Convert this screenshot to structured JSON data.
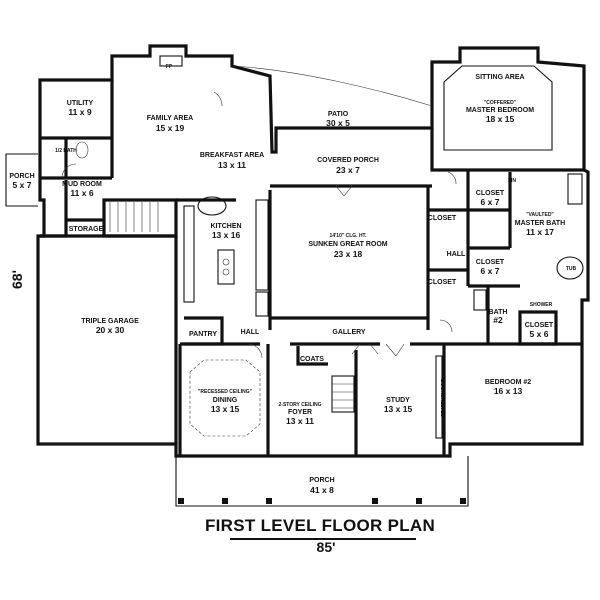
{
  "plan": {
    "title": "FIRST LEVEL FLOOR PLAN",
    "overall_width": "85'",
    "overall_depth": "68'",
    "fp_label": "FP",
    "rooms": [
      {
        "id": "utility",
        "name": "UTILITY",
        "dim": "11 x 9"
      },
      {
        "id": "half-bath",
        "name": "1/2 BATH",
        "dim": ""
      },
      {
        "id": "porch-side",
        "name": "PORCH",
        "dim": "5 x 7"
      },
      {
        "id": "mud-room",
        "name": "MUD ROOM",
        "dim": "11 x 6"
      },
      {
        "id": "storage",
        "name": "STORAGE",
        "dim": ""
      },
      {
        "id": "family-area",
        "name": "FAMILY AREA",
        "dim": "15 x 19"
      },
      {
        "id": "breakfast-area",
        "name": "BREAKFAST AREA",
        "dim": "13 x 11"
      },
      {
        "id": "kitchen",
        "name": "KITCHEN",
        "dim": "13 x 16"
      },
      {
        "id": "pantry",
        "name": "PANTRY",
        "dim": ""
      },
      {
        "id": "triple-garage",
        "name": "TRIPLE GARAGE",
        "dim": "20 x 30"
      },
      {
        "id": "patio",
        "name": "PATIO",
        "dim": "30 x 5"
      },
      {
        "id": "covered-porch",
        "name": "COVERED PORCH",
        "dim": "23 x 7"
      },
      {
        "id": "great-room",
        "name": "SUNKEN GREAT ROOM",
        "dim": "23 x 18",
        "note": "14'10\" CLG. HT."
      },
      {
        "id": "sitting-area",
        "name": "SITTING AREA",
        "dim": ""
      },
      {
        "id": "master-bedroom",
        "name": "MASTER BEDROOM",
        "dim": "18 x 15",
        "note": "\"COFFERED\""
      },
      {
        "id": "closet-1",
        "name": "CLOSET",
        "dim": "6 x 7"
      },
      {
        "id": "closet-2",
        "name": "CLOSET",
        "dim": "6 x 7"
      },
      {
        "id": "lin",
        "name": "LIN",
        "dim": ""
      },
      {
        "id": "master-bath",
        "name": "MASTER BATH",
        "dim": "11 x 17",
        "note": "\"VAULTED\""
      },
      {
        "id": "tub",
        "name": "TUB",
        "dim": ""
      },
      {
        "id": "shower",
        "name": "SHOWER",
        "dim": ""
      },
      {
        "id": "closet-hall-1",
        "name": "CLOSET",
        "dim": ""
      },
      {
        "id": "closet-hall-2",
        "name": "CLOSET",
        "dim": ""
      },
      {
        "id": "hall-east",
        "name": "HALL",
        "dim": ""
      },
      {
        "id": "bath-2",
        "name": "BATH",
        "dim": "#2"
      },
      {
        "id": "closet-3",
        "name": "CLOSET",
        "dim": "5 x 6"
      },
      {
        "id": "hall-west",
        "name": "HALL",
        "dim": ""
      },
      {
        "id": "gallery",
        "name": "GALLERY",
        "dim": ""
      },
      {
        "id": "dining",
        "name": "DINING",
        "dim": "13 x 15",
        "note": "\"RECESSED CEILING\""
      },
      {
        "id": "coats",
        "name": "COATS",
        "dim": ""
      },
      {
        "id": "foyer",
        "name": "FOYER",
        "dim": "13 x 11",
        "note": "2-STORY CEILING"
      },
      {
        "id": "study",
        "name": "STUDY",
        "dim": "13 x 15"
      },
      {
        "id": "bookshelves",
        "name": "BOOKSHELVES",
        "dim": ""
      },
      {
        "id": "bedroom-2",
        "name": "BEDROOM #2",
        "dim": "16 x 13"
      },
      {
        "id": "porch-front",
        "name": "PORCH",
        "dim": "41 x 8"
      }
    ]
  }
}
